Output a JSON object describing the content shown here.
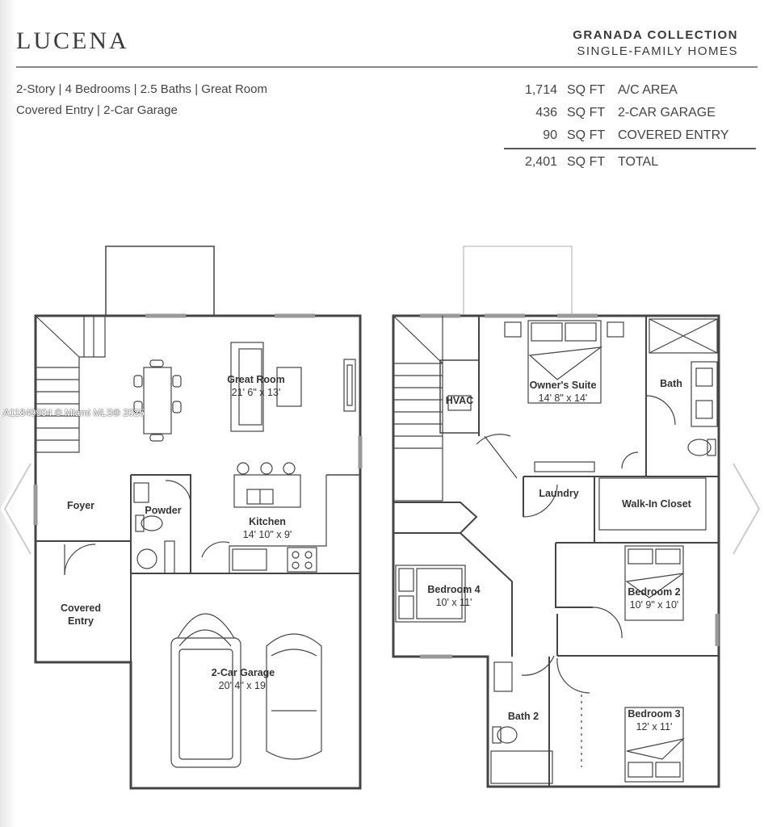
{
  "header": {
    "title": "LUCENA",
    "collection": "GRANADA COLLECTION",
    "collection_sub": "SINGLE-FAMILY HOMES"
  },
  "features": {
    "line1": "2-Story | 4 Bedrooms | 2.5 Baths | Great Room",
    "line2": "Covered Entry | 2-Car Garage"
  },
  "areas": [
    {
      "value": "1,714",
      "unit": "SQ FT",
      "label": "A/C AREA"
    },
    {
      "value": "436",
      "unit": "SQ FT",
      "label": "2-CAR GARAGE"
    },
    {
      "value": "90",
      "unit": "SQ FT",
      "label": "COVERED ENTRY"
    },
    {
      "value": "2,401",
      "unit": "SQ FT",
      "label": "TOTAL"
    }
  ],
  "first_floor": {
    "great_room": {
      "name": "Great Room",
      "dim": "21' 6\" x 13'"
    },
    "foyer": {
      "name": "Foyer"
    },
    "powder": {
      "name": "Powder"
    },
    "kitchen": {
      "name": "Kitchen",
      "dim": "14' 10\" x 9'"
    },
    "covered_entry": {
      "name": "Covered",
      "name2": "Entry"
    },
    "garage": {
      "name": "2-Car Garage",
      "dim": "20' 4\" x 19'"
    }
  },
  "second_floor": {
    "owners_suite": {
      "name": "Owner's Suite",
      "dim": "14' 8\" x 14'"
    },
    "bath": {
      "name": "Bath"
    },
    "hvac": {
      "name": "HVAC"
    },
    "laundry": {
      "name": "Laundry"
    },
    "walk_in_closet": {
      "name": "Walk-In Closet"
    },
    "bedroom4": {
      "name": "Bedroom 4",
      "dim": "10' x 11'"
    },
    "bedroom2": {
      "name": "Bedroom 2",
      "dim": "10' 9\" x 10'"
    },
    "bath2": {
      "name": "Bath 2"
    },
    "bedroom3": {
      "name": "Bedroom 3",
      "dim": "12' x 11'"
    }
  },
  "watermark": "A11849904 © Miami MLS® 2025",
  "nav": {
    "prev_icon": "chevron-left-icon",
    "next_icon": "chevron-right-icon"
  }
}
